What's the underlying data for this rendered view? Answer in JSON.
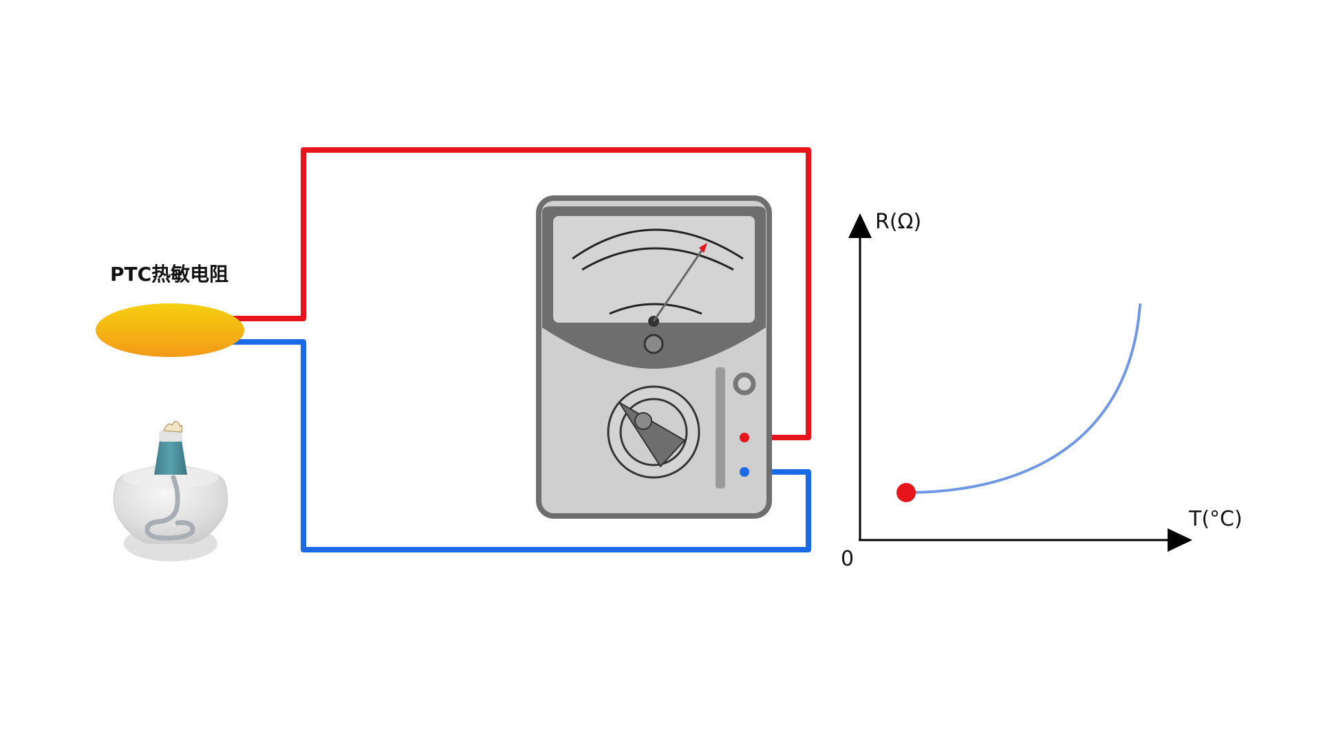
{
  "labels": {
    "thermistor": "PTC热敏电阻",
    "y_axis": "R(Ω)",
    "x_axis": "T(°C)",
    "origin": "0"
  },
  "colors": {
    "positive_wire": "#e8141c",
    "negative_wire": "#1a6ae8",
    "curve": "#6f97e6",
    "start_point": "#e8141c",
    "thermistor_top": "#f6d010",
    "thermistor_bottom": "#f49a18",
    "meter_body": "#d4d4d4",
    "meter_dark": "#6e6e6e",
    "axis": "#000000"
  },
  "icons": {
    "thermistor": "ptc-thermistor-icon",
    "burner": "alcohol-lamp-icon",
    "meter": "analog-ohmmeter-icon"
  }
}
